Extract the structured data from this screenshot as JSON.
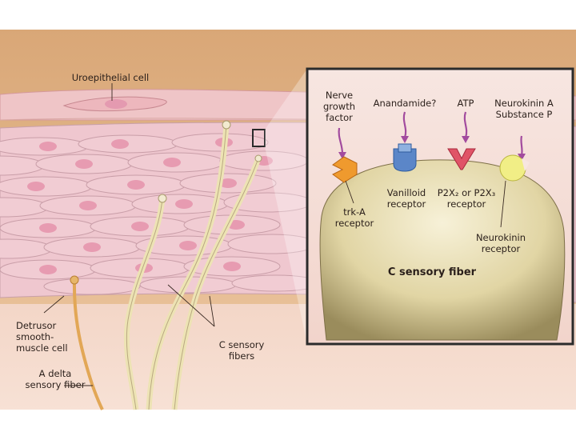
{
  "labels": {
    "uroepithelial": "Uroepithelial cell",
    "detrusor": [
      "Detrusor",
      "smooth-",
      "muscle cell"
    ],
    "a_delta": [
      "A delta",
      "sensory fiber"
    ],
    "c_fibers": [
      "C sensory",
      "fibers"
    ]
  },
  "inset": {
    "ligands": {
      "ngf": [
        "Nerve",
        "growth",
        "factor"
      ],
      "anandamide": "Anandamide?",
      "atp": "ATP",
      "neurokinin": [
        "Neurokinin A",
        "Substance P"
      ]
    },
    "receptors": {
      "trka": [
        "trk-A",
        "receptor"
      ],
      "vanilloid": [
        "Vanilloid",
        "receptor"
      ],
      "p2x": [
        "P2X₂ or P2X₃",
        "receptor"
      ],
      "neurokinin": [
        "Neurokinin",
        "receptor"
      ]
    },
    "fiber_title": "C sensory fiber"
  },
  "colors": {
    "muscle": "#efc7cf",
    "nucleus": "#e79bb1",
    "fiber_a_delta": "#e2a756",
    "fiber_c": "#ede3b4",
    "ligand_arrow": "#a24b9e",
    "trka": "#ef9a2e",
    "vanilloid": "#5b86c8",
    "p2x": "#e05467",
    "nk_receptor": "#f1ee86"
  }
}
